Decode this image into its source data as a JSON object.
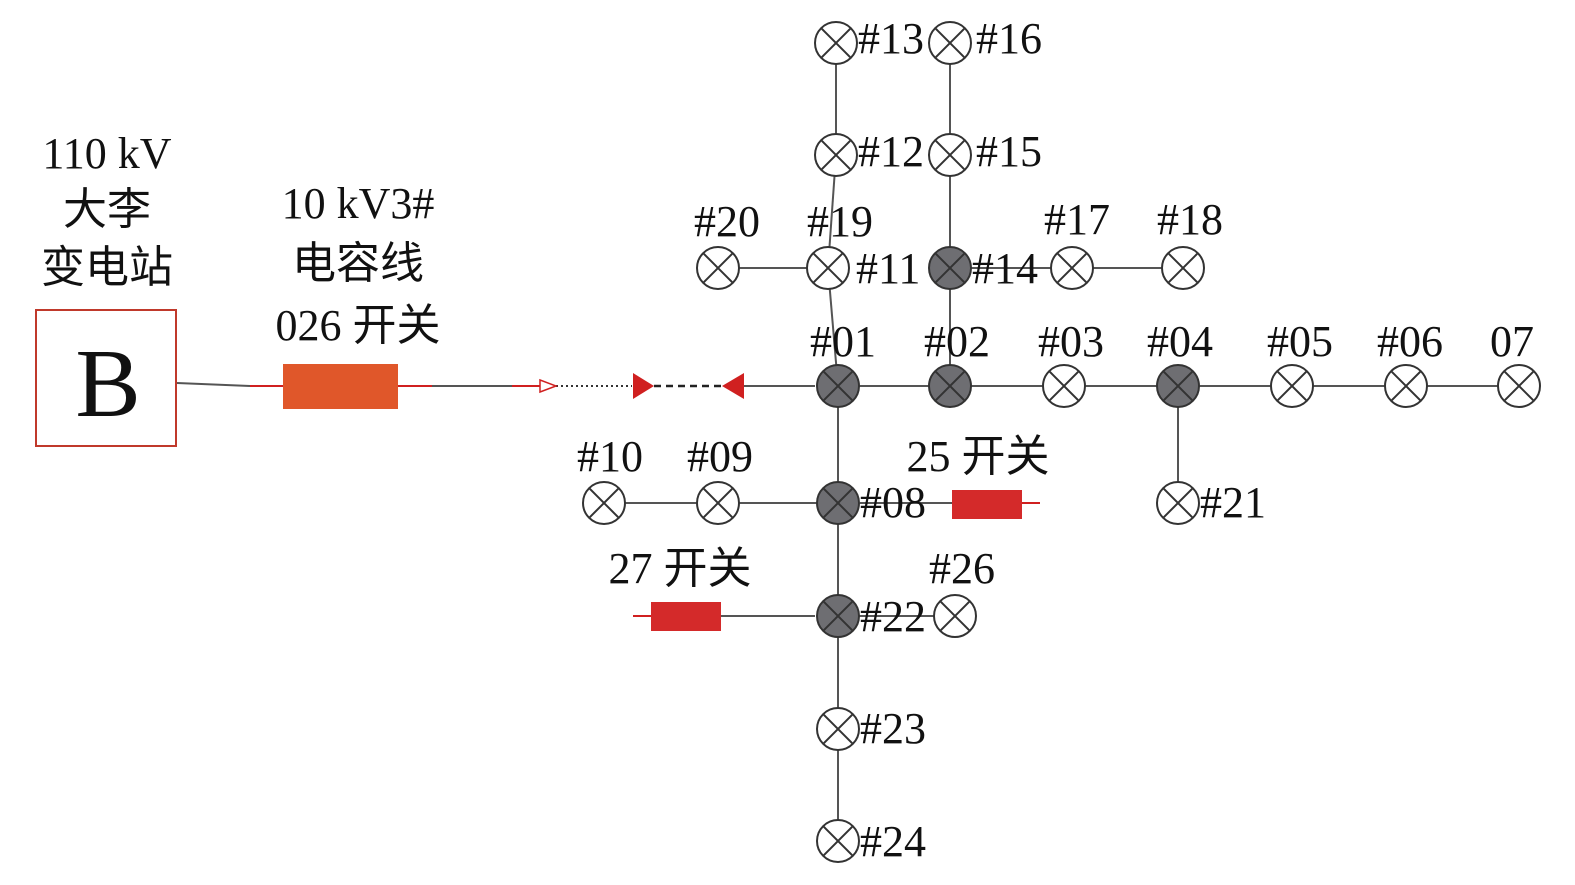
{
  "colors": {
    "line": "#555555",
    "accent_red": "#d02020",
    "breaker_main": "#e0572a",
    "breaker_switch": "#d42a2a",
    "node_filled": "#6e6e72",
    "node_open": "#ffffff"
  },
  "substation": {
    "label_line1": "110 kV",
    "label_line2": "大李",
    "label_line3": "变电站",
    "symbol": "B"
  },
  "feeder": {
    "label_line1": "10 kV3#",
    "label_line2": "电容线",
    "label_line3": "026 开关"
  },
  "switch_25": {
    "label": "25 开关"
  },
  "switch_27": {
    "label": "27 开关"
  },
  "nodes": [
    {
      "id": "n13",
      "label": "#13",
      "filled": false
    },
    {
      "id": "n16",
      "label": "#16",
      "filled": false
    },
    {
      "id": "n12",
      "label": "#12",
      "filled": false
    },
    {
      "id": "n15",
      "label": "#15",
      "filled": false
    },
    {
      "id": "n20",
      "label": "#20",
      "filled": false
    },
    {
      "id": "n19",
      "label": "#19",
      "filled": false
    },
    {
      "id": "n11",
      "label": "#11",
      "filled": false
    },
    {
      "id": "n14",
      "label": "#14",
      "filled": true
    },
    {
      "id": "n17",
      "label": "#17",
      "filled": false
    },
    {
      "id": "n18",
      "label": "#18",
      "filled": false
    },
    {
      "id": "n01",
      "label": "#01",
      "filled": true
    },
    {
      "id": "n02",
      "label": "#02",
      "filled": true
    },
    {
      "id": "n03",
      "label": "#03",
      "filled": false
    },
    {
      "id": "n04",
      "label": "#04",
      "filled": true
    },
    {
      "id": "n05",
      "label": "#05",
      "filled": false
    },
    {
      "id": "n06",
      "label": "#06",
      "filled": false
    },
    {
      "id": "n07",
      "label": "07",
      "filled": false
    },
    {
      "id": "n10",
      "label": "#10",
      "filled": false
    },
    {
      "id": "n09",
      "label": "#09",
      "filled": false
    },
    {
      "id": "n08",
      "label": "#08",
      "filled": true
    },
    {
      "id": "n21",
      "label": "#21",
      "filled": false
    },
    {
      "id": "n26",
      "label": "#26",
      "filled": false
    },
    {
      "id": "n22",
      "label": "#22",
      "filled": true
    },
    {
      "id": "n23",
      "label": "#23",
      "filled": false
    },
    {
      "id": "n24",
      "label": "#24",
      "filled": false
    }
  ],
  "connections": [
    [
      "n13",
      "n12"
    ],
    [
      "n12",
      "n11"
    ],
    [
      "n11",
      "n01"
    ],
    [
      "n16",
      "n15"
    ],
    [
      "n15",
      "n14"
    ],
    [
      "n14",
      "n02"
    ],
    [
      "n20",
      "n11"
    ],
    [
      "n14",
      "n17"
    ],
    [
      "n17",
      "n18"
    ],
    [
      "n01",
      "n02"
    ],
    [
      "n02",
      "n03"
    ],
    [
      "n03",
      "n04"
    ],
    [
      "n04",
      "n05"
    ],
    [
      "n05",
      "n06"
    ],
    [
      "n06",
      "n07"
    ],
    [
      "n04",
      "n21"
    ],
    [
      "n01",
      "n08"
    ],
    [
      "n08",
      "n22"
    ],
    [
      "n22",
      "n23"
    ],
    [
      "n23",
      "n24"
    ],
    [
      "n10",
      "n09"
    ],
    [
      "n09",
      "n08"
    ],
    [
      "n22",
      "n26"
    ]
  ]
}
